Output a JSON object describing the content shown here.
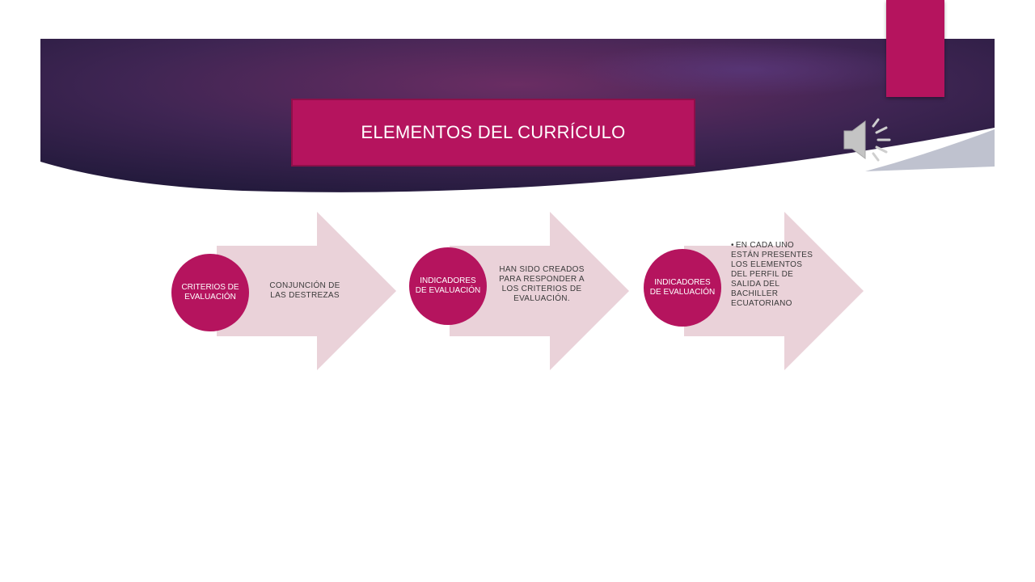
{
  "slide": {
    "title": "ELEMENTOS DEL CURRÍCULO",
    "colors": {
      "accent": "#b5145e",
      "arrow_fill": "#ead2d9",
      "banner_dark": "#2a1f45",
      "banner_light": "#6a2d63"
    },
    "audio_icon": "speaker-icon"
  },
  "steps": [
    {
      "label": "CRITERIOS DE EVALUACIÓN",
      "text": "CONJUNCIÓN DE LAS DESTREZAS",
      "bullet": false
    },
    {
      "label": "INDICADORES DE EVALUACIÓN",
      "text": "HAN SIDO CREADOS PARA RESPONDER A LOS CRITERIOS DE EVALUACIÓN.",
      "bullet": false
    },
    {
      "label": "INDICADORES DE EVALUACIÓN",
      "text": "EN CADA UNO ESTÁN PRESENTES LOS ELEMENTOS DEL PERFIL DE SALIDA DEL BACHILLER ECUATORIANO",
      "bullet": true
    }
  ]
}
